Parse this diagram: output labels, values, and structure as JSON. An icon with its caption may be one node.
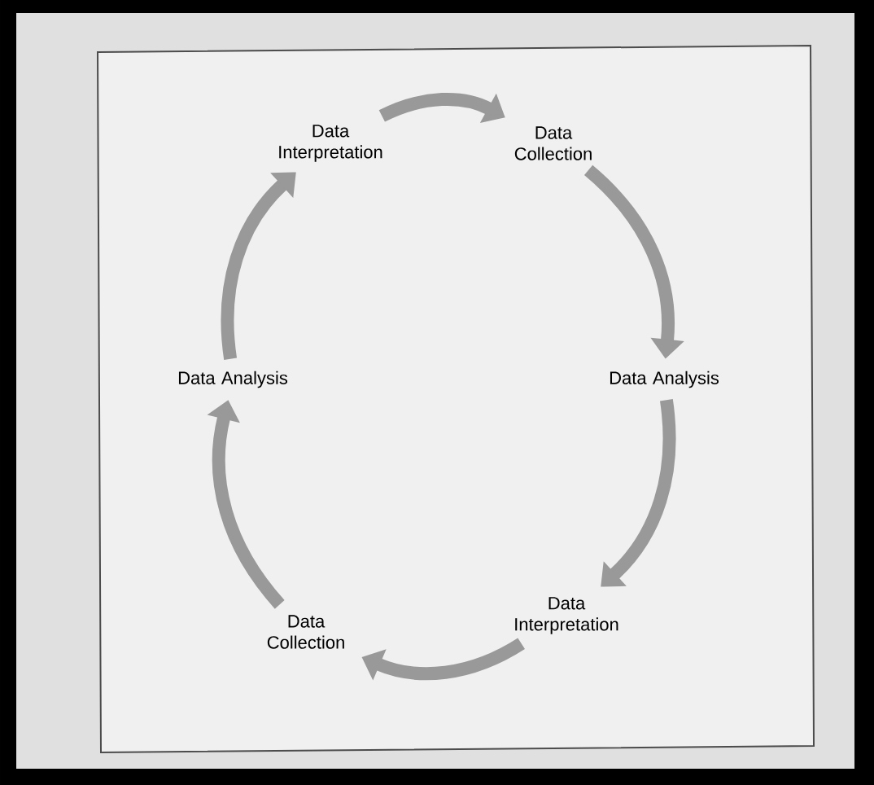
{
  "diagram": {
    "nodes": [
      {
        "text": [
          "Data Interpretation"
        ]
      },
      {
        "text": [
          "Data Collection"
        ]
      },
      {
        "text": [
          "Data Analysis"
        ]
      },
      {
        "text": [
          "Data Interpretation"
        ]
      },
      {
        "text": [
          "Data Collection"
        ]
      },
      {
        "text": [
          "Data Analysis"
        ]
      }
    ],
    "edges": [
      {
        "from": 0,
        "to": 1,
        "arrow": "to"
      },
      {
        "from": 1,
        "to": 2,
        "arrow": "to"
      },
      {
        "from": 2,
        "to": 3,
        "arrow": "to"
      },
      {
        "from": 3,
        "to": 4,
        "arrow": "to"
      },
      {
        "from": 4,
        "to": 5,
        "arrow": "to"
      },
      {
        "from": 5,
        "to": 0,
        "arrow": "to"
      }
    ]
  }
}
